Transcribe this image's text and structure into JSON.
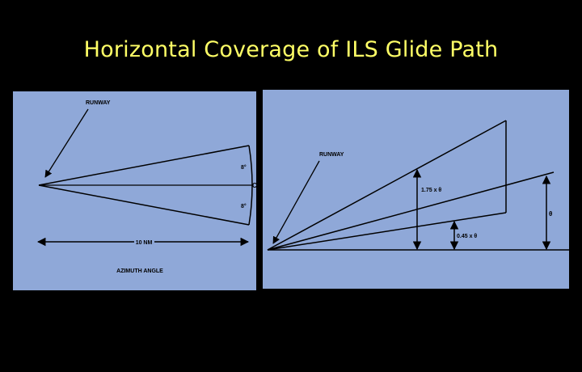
{
  "slide": {
    "title": "Horizontal Coverage of ILS Glide Path"
  },
  "left_diagram": {
    "runway_label": "RUNWAY",
    "angle_upper": "8°",
    "angle_lower": "8°",
    "center_mark": "C",
    "distance_label": "10 NM",
    "caption": "AZIMUTH ANGLE"
  },
  "right_diagram": {
    "runway_label": "RUNWAY",
    "upper_label": "1.75 x θ",
    "lower_label": "0.45 x θ",
    "theta_label": "θ"
  },
  "colors": {
    "background": "#000000",
    "title": "#ffff66",
    "panel": "#8fa8d8",
    "ink": "#000000"
  }
}
